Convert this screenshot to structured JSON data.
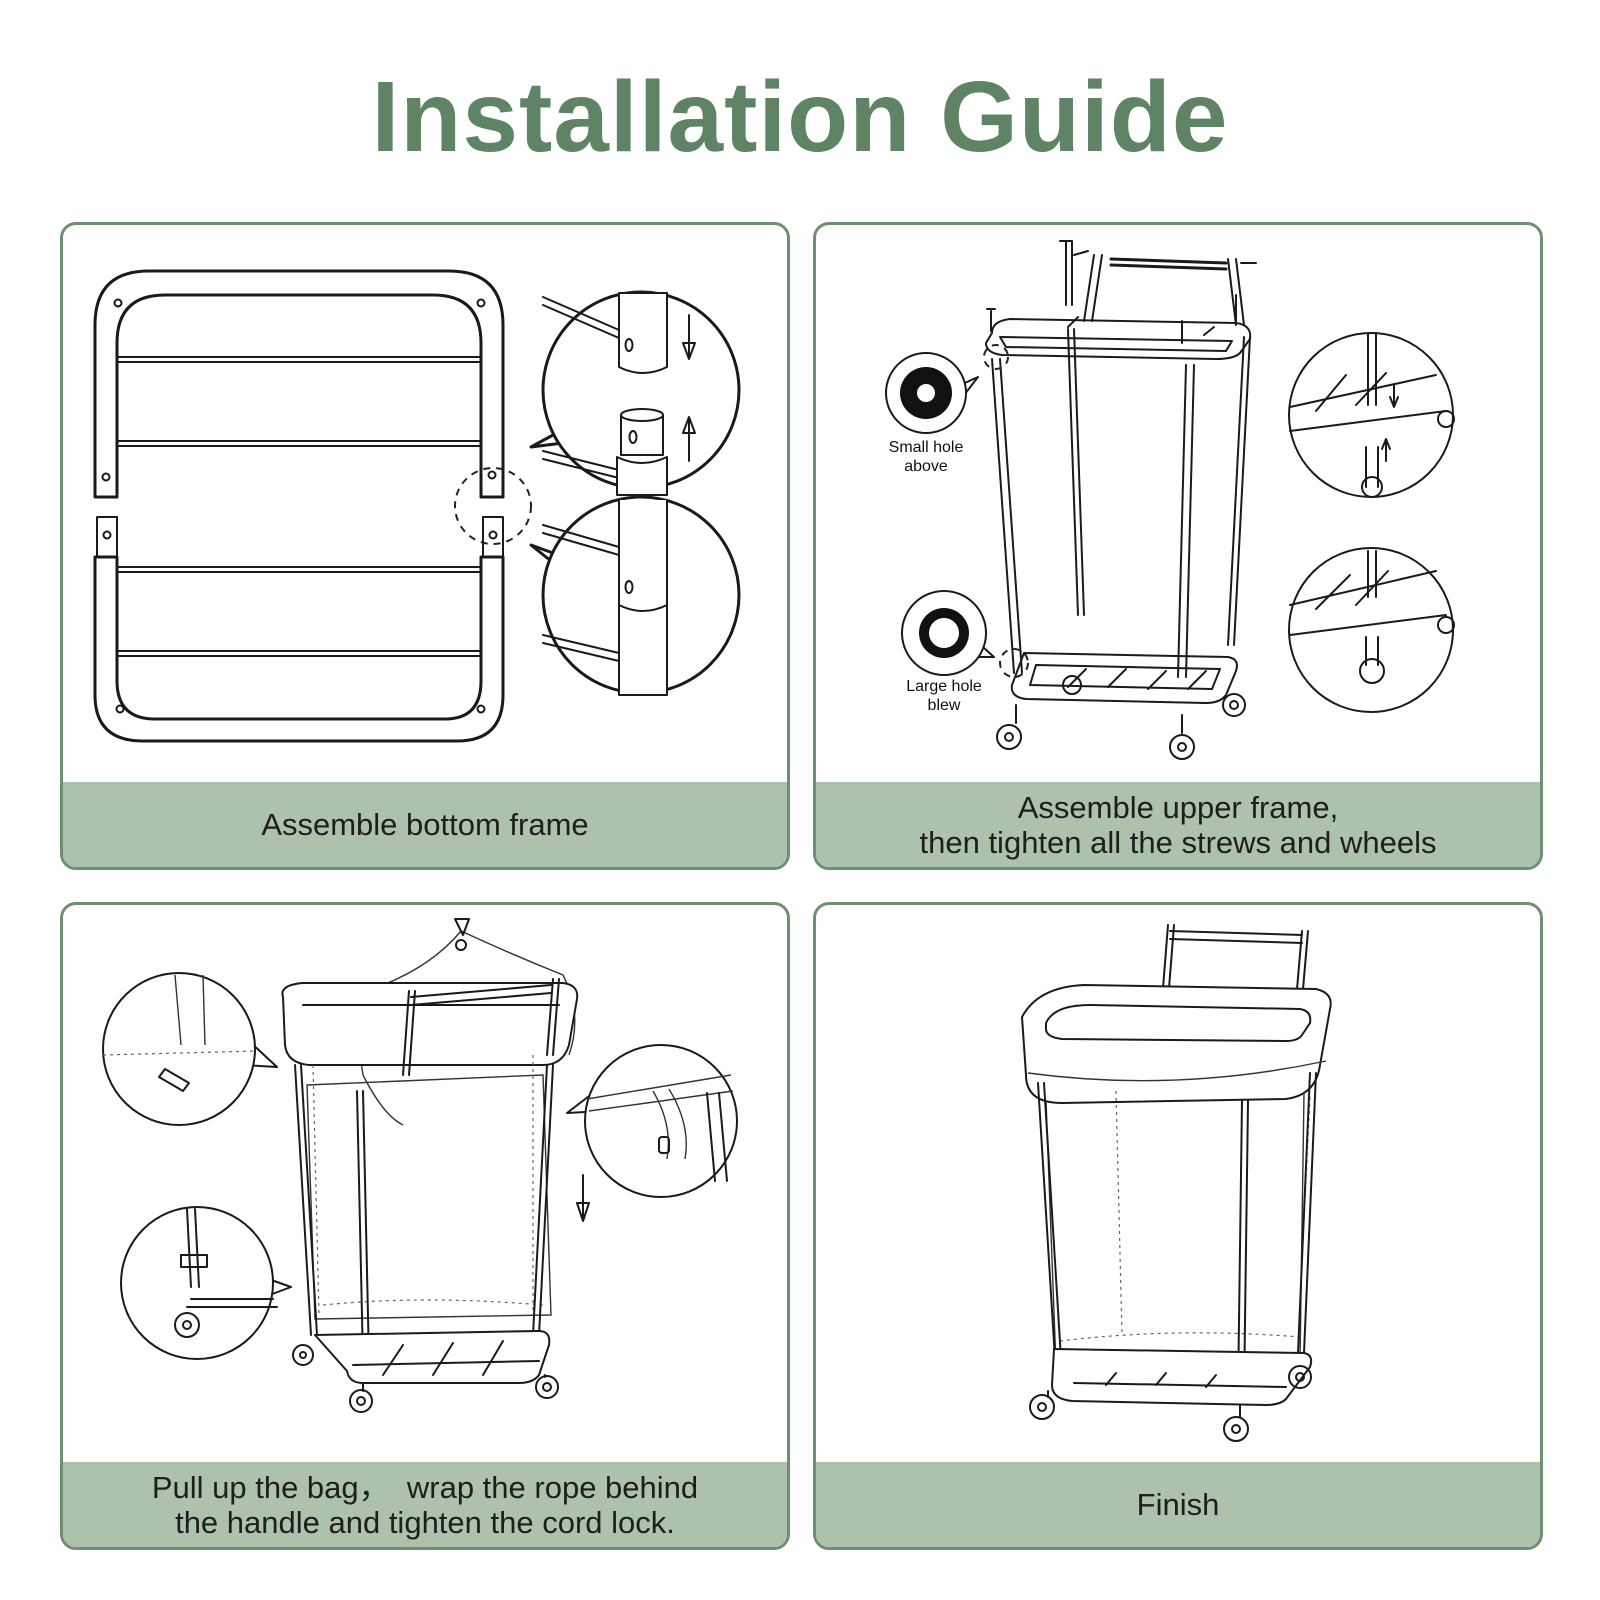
{
  "title": "Installation Guide",
  "colors": {
    "title": "#5f8465",
    "panel_border": "#6f8f73",
    "caption_band": "#adc2ad",
    "line_art": "#1a1a1a"
  },
  "steps": [
    {
      "caption": "Assemble bottom frame"
    },
    {
      "caption": "Assemble upper frame,\nthen tighten all the strews and wheels",
      "callouts": {
        "small_hole_line1": "Small hole",
        "small_hole_line2": "above",
        "large_hole_line1": "Large hole",
        "large_hole_line2": "blew"
      }
    },
    {
      "caption": "Pull up the bag，  wrap the rope behind\nthe handle and tighten the cord lock."
    },
    {
      "caption": "Finish"
    }
  ]
}
